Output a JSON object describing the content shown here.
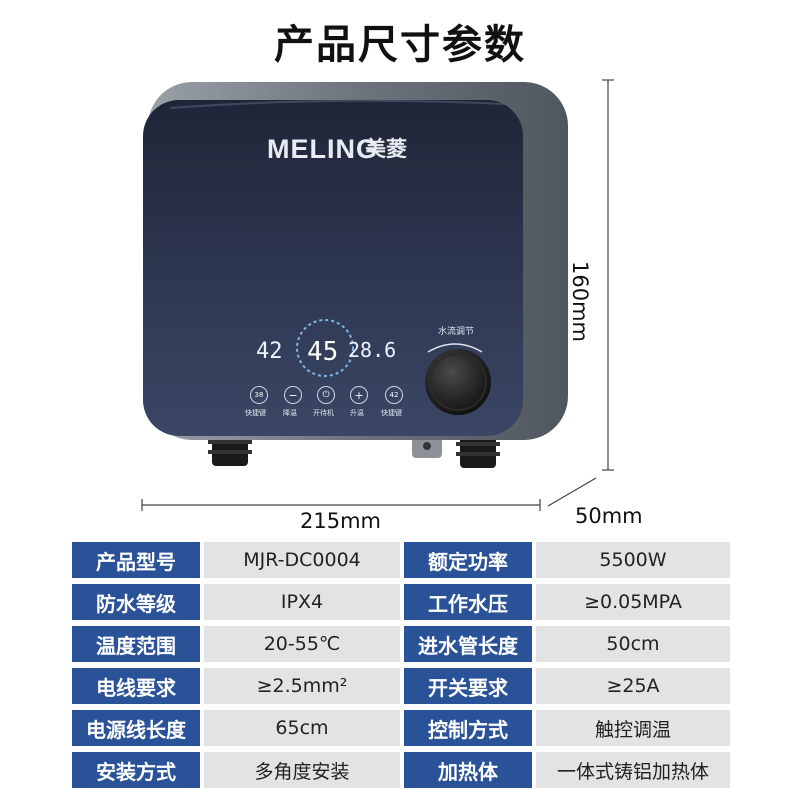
{
  "title": "产品尺寸参数",
  "brand": {
    "latin": "MELING",
    "chinese": "美菱"
  },
  "display": {
    "left_temp": "42",
    "center_temp": "45",
    "right_value": "28.6",
    "knob_label": "水流调节"
  },
  "buttons": [
    {
      "icon": "38",
      "label": "快捷键"
    },
    {
      "icon": "minus-icon",
      "label": "降温"
    },
    {
      "icon": "power-icon",
      "label": "开待机"
    },
    {
      "icon": "plus-icon",
      "label": "升温"
    },
    {
      "icon": "42",
      "label": "快捷键"
    }
  ],
  "dimensions": {
    "width": "215mm",
    "height": "160mm",
    "depth": "50mm"
  },
  "colors": {
    "label_bg": "#2a5298",
    "value_bg": "#e3e3e3",
    "panel": "#2c3650"
  },
  "specs": [
    {
      "l1": "产品型号",
      "v1": "MJR-DC0004",
      "l2": "额定功率",
      "v2": "5500W"
    },
    {
      "l1": "防水等级",
      "v1": "IPX4",
      "l2": "工作水压",
      "v2": "≥0.05MPA"
    },
    {
      "l1": "温度范围",
      "v1": "20-55℃",
      "l2": "进水管长度",
      "v2": "50cm"
    },
    {
      "l1": "电线要求",
      "v1": "≥2.5mm²",
      "l2": "开关要求",
      "v2": "≥25A"
    },
    {
      "l1": "电源线长度",
      "v1": "65cm",
      "l2": "控制方式",
      "v2": "触控调温"
    },
    {
      "l1": "安装方式",
      "v1": "多角度安装",
      "l2": "加热体",
      "v2": "一体式铸铝加热体"
    }
  ]
}
